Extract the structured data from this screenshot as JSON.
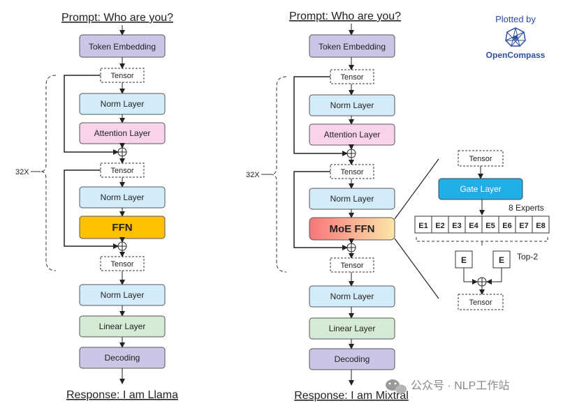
{
  "branding": {
    "plotted_by": "Plotted by",
    "logo_text": "OpenCompass"
  },
  "watermark": "公众号 · NLP工作站",
  "left": {
    "prompt": "Prompt: Who are you?",
    "token_embedding": "Token Embedding",
    "tensor_1": "Tensor",
    "norm_1": "Norm Layer",
    "attention": "Attention Layer",
    "tensor_2": "Tensor",
    "norm_2": "Norm Layer",
    "ffn": "FFN",
    "tensor_3": "Tensor",
    "norm_3": "Norm Layer",
    "linear": "Linear Layer",
    "decoding": "Decoding",
    "response": "Response: I am Llama",
    "repeat": "32X"
  },
  "right": {
    "prompt": "Prompt: Who are you?",
    "token_embedding": "Token Embedding",
    "tensor_1": "Tensor",
    "norm_1": "Norm Layer",
    "attention": "Attention Layer",
    "tensor_2": "Tensor",
    "norm_2": "Norm Layer",
    "ffn": "MoE FFN",
    "tensor_3": "Tensor",
    "norm_3": "Norm Layer",
    "linear": "Linear Layer",
    "decoding": "Decoding",
    "response": "Response: I am Mixtral",
    "repeat": "32X"
  },
  "moe": {
    "tensor_in": "Tensor",
    "gate": "Gate Layer",
    "experts_label": "8 Experts",
    "experts": [
      "E1",
      "E2",
      "E3",
      "E4",
      "E5",
      "E6",
      "E7",
      "E8"
    ],
    "selected_a": "E",
    "selected_b": "E",
    "topk": "Top-2",
    "tensor_out": "Tensor"
  },
  "colors": {
    "embed": "#c9c6e6",
    "norm": "#d3ecfb",
    "attention": "#f8d3ea",
    "ffn": "#ffc000",
    "linear": "#d5ebd5",
    "decoding": "#c9c6e6",
    "gate": "#1faee6",
    "moe_grad_start": "#f8767a",
    "moe_grad_end": "#fde6a8"
  }
}
